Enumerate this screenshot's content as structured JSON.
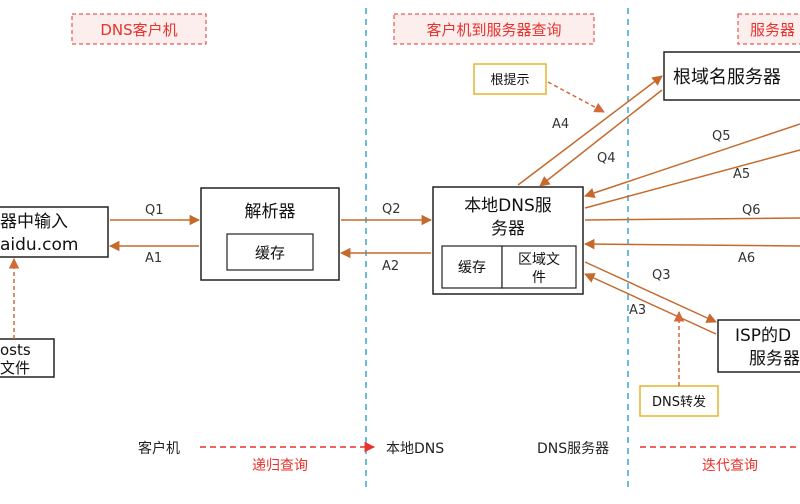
{
  "sections": {
    "client": "DNS客户机",
    "client_to_server": "客户机到服务器查询",
    "server": "服务器"
  },
  "nodes": {
    "browser_line1": "器中输入",
    "browser_line2": "aidu.com",
    "hosts_line1": "osts",
    "hosts_line2": "文件",
    "resolver": "解析器",
    "resolver_cache": "缓存",
    "local_dns_line1": "本地DNS服",
    "local_dns_line2": "务器",
    "local_cache": "缓存",
    "local_zone_line1": "区域文",
    "local_zone_line2": "件",
    "root_server": "根域名服务器",
    "isp_line1": "ISP的D",
    "isp_line2": "服务器"
  },
  "notes": {
    "root_hint": "根提示",
    "dns_forward": "DNS转发"
  },
  "edge_labels": {
    "q1": "Q1",
    "a1": "A1",
    "q2": "Q2",
    "a2": "A2",
    "q3": "Q3",
    "a3": "A3",
    "q4": "Q4",
    "a4": "A4",
    "q5": "Q5",
    "a5": "A5",
    "q6": "Q6",
    "a6": "A6"
  },
  "footer": {
    "client": "客户机",
    "recursive": "递归查询",
    "local_dns": "本地DNS",
    "dns_server": "DNS服务器",
    "iterative": "迭代查询"
  },
  "colors": {
    "section_red": "#e8322c",
    "section_bg": "#fdeeee",
    "arrow_brown": "#c56a2c",
    "note_yellow": "#e5b32b",
    "divider_blue": "#3aa6d6"
  }
}
